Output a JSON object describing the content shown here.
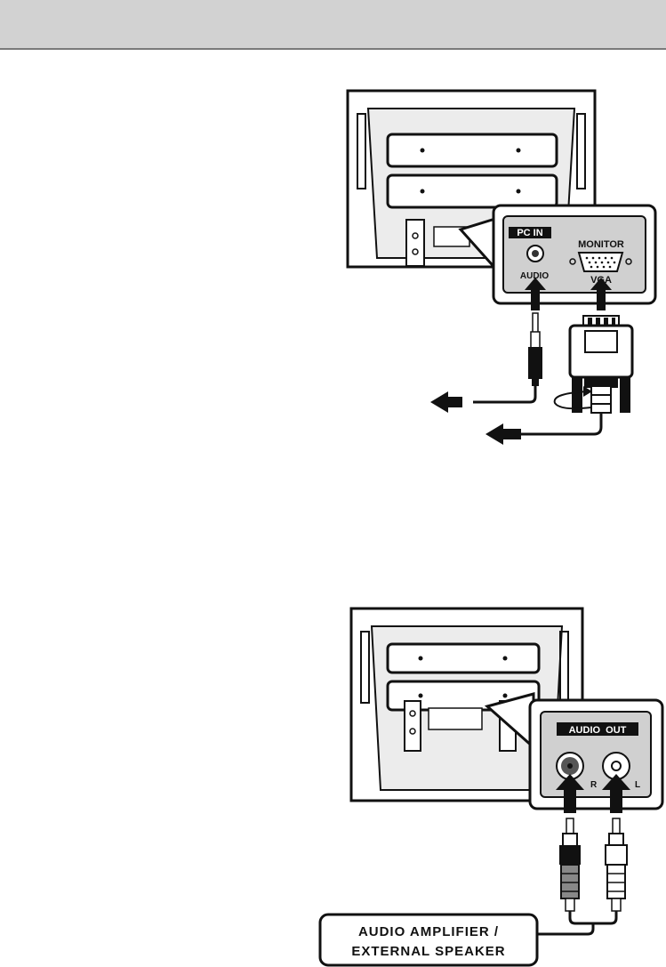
{
  "pc_panel": {
    "badge": "PC IN",
    "audio_label": "AUDIO",
    "monitor_label": "MONITOR",
    "vga_label": "VGA"
  },
  "audio_panel": {
    "badge": "AUDIO  OUT",
    "right_label": "R",
    "left_label": "L"
  },
  "speaker_box": {
    "line1": "AUDIO AMPLIFIER /",
    "line2": "EXTERNAL SPEAKER"
  },
  "colors": {
    "header_band": "#d2d2d2",
    "ink": "#111111",
    "panel_grey": "#d0d0d0",
    "badge_bg": "#111111",
    "badge_text": "#ffffff"
  }
}
